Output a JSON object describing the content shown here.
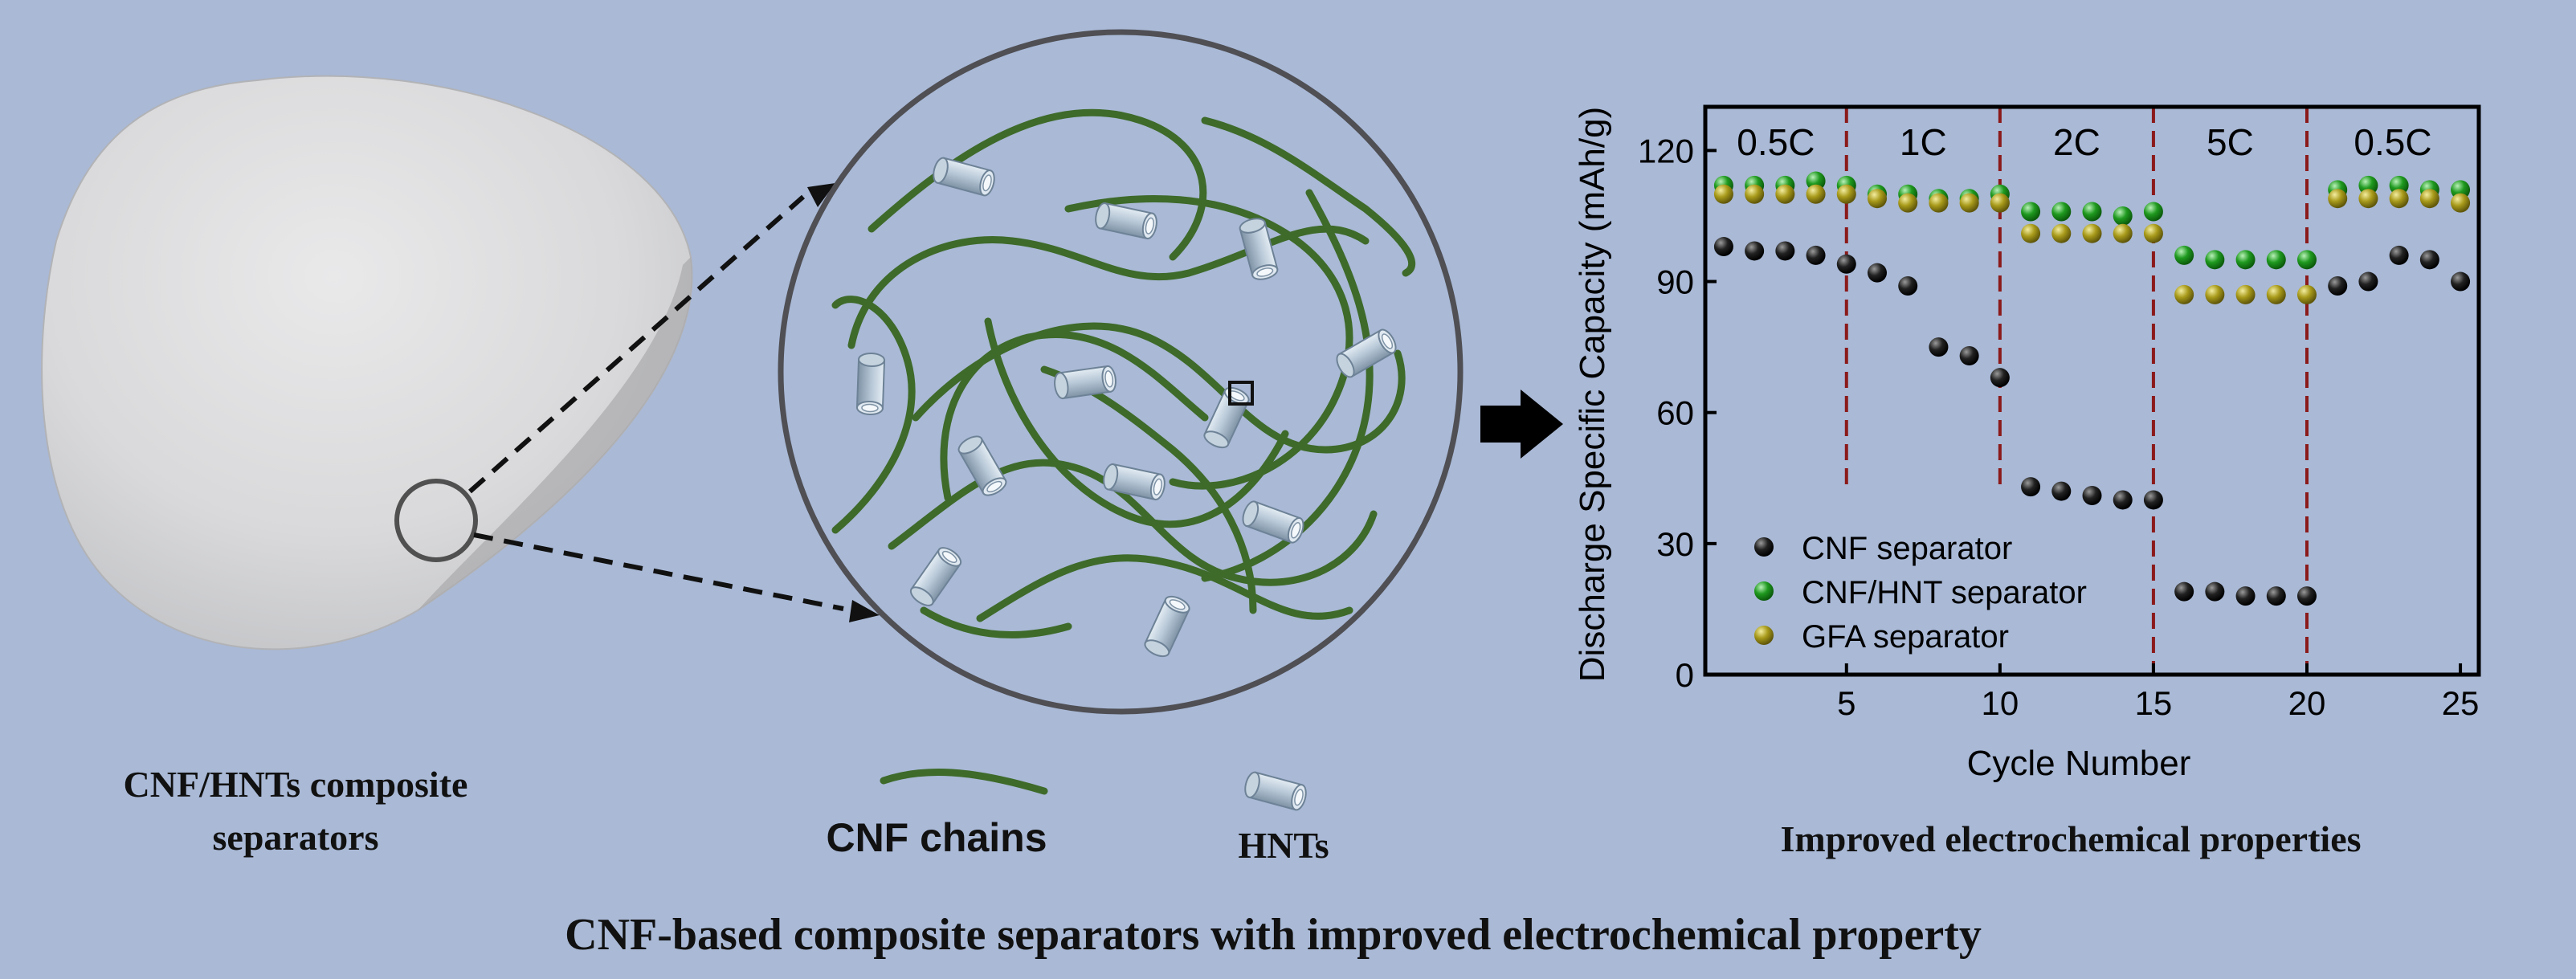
{
  "left_panel": {
    "label_line1": "CNF/HNTs composite",
    "label_line2": "separators"
  },
  "middle_panel": {
    "legend_cnf": "CNF chains",
    "legend_hnt": "HNTs"
  },
  "right_panel": {
    "caption": "Improved electrochemical properties"
  },
  "footer": {
    "title": "CNF-based composite separators with improved electrochemical property"
  },
  "colors": {
    "background": "#a9b9d6",
    "cnf_chain": "#3e6a2a",
    "hnt_tube": "#b9c9d8",
    "cnf_series": "#111111",
    "cnf_hnt_series": "#1f9a1f",
    "gfa_series": "#a89a1a",
    "divider": "#8b1a1a"
  },
  "icons": [
    "arrow-right-icon",
    "hnt-tube-icon",
    "cnf-chain-icon"
  ],
  "chart_data": {
    "type": "scatter",
    "xlabel": "Cycle Number",
    "ylabel": "Discharge Specific Capacity (mAh/g)",
    "xlim": [
      0.4,
      25.6
    ],
    "ylim": [
      0,
      130
    ],
    "xticks": [
      5,
      10,
      15,
      20,
      25
    ],
    "yticks": [
      0,
      30,
      60,
      90,
      120
    ],
    "grid": false,
    "legend_position": "bottom-left",
    "rate_labels": [
      "0.5C",
      "1C",
      "2C",
      "5C",
      "0.5C"
    ],
    "rate_dividers": [
      5,
      10,
      15,
      20
    ],
    "series": [
      {
        "name": "CNF separator",
        "color": "#111111",
        "x": [
          1,
          2,
          3,
          4,
          5,
          6,
          7,
          8,
          9,
          10,
          11,
          12,
          13,
          14,
          15,
          16,
          17,
          18,
          19,
          20,
          21,
          22,
          23,
          24,
          25
        ],
        "y": [
          98,
          97,
          97,
          96,
          94,
          92,
          89,
          75,
          73,
          68,
          43,
          42,
          41,
          40,
          40,
          19,
          19,
          18,
          18,
          18,
          89,
          90,
          96,
          95,
          90
        ]
      },
      {
        "name": "CNF/HNT separator",
        "color": "#1f9a1f",
        "x": [
          1,
          2,
          3,
          4,
          5,
          6,
          7,
          8,
          9,
          10,
          11,
          12,
          13,
          14,
          15,
          16,
          17,
          18,
          19,
          20,
          21,
          22,
          23,
          24,
          25
        ],
        "y": [
          112,
          112,
          112,
          113,
          112,
          110,
          110,
          109,
          109,
          110,
          106,
          106,
          106,
          105,
          106,
          96,
          95,
          95,
          95,
          95,
          111,
          112,
          112,
          111,
          111
        ]
      },
      {
        "name": "GFA separator",
        "color": "#a89a1a",
        "x": [
          1,
          2,
          3,
          4,
          5,
          6,
          7,
          8,
          9,
          10,
          11,
          12,
          13,
          14,
          15,
          16,
          17,
          18,
          19,
          20,
          21,
          22,
          23,
          24,
          25
        ],
        "y": [
          110,
          110,
          110,
          110,
          110,
          109,
          108,
          108,
          108,
          108,
          101,
          101,
          101,
          101,
          101,
          87,
          87,
          87,
          87,
          87,
          109,
          109,
          109,
          109,
          108
        ]
      }
    ]
  }
}
